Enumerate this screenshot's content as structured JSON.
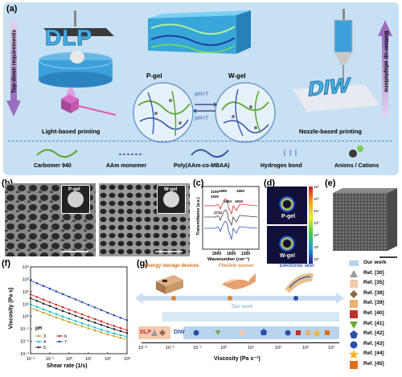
{
  "panel_a": {
    "label": "(a)",
    "dlp_text": "DLP",
    "diw_text": "DIW",
    "left_vertical": "Top-down requirements",
    "right_vertical": "Bottom-up adaptations",
    "pgel": "P-gel",
    "wgel": "W-gel",
    "ph_high": "pH>7",
    "ph_low": "pH<7",
    "light_printing": "Light-based printing",
    "nozzle_printing": "Nozzle-based printing",
    "legend": [
      "Carbomer 940",
      "AAm monomer",
      "Poly(AAm-co-MBAA)",
      "Hydrogen bond",
      "Anions / Cations"
    ],
    "colors": {
      "bg": "#c6dff2",
      "arrow": "#b48fcc",
      "chain_green": "#5aa832",
      "chain_blue": "#2b4fa8",
      "pink": "#e85aa8"
    }
  },
  "panel_b": {
    "label": "(b)",
    "inset1": "P-gel",
    "inset2": "W-gel"
  },
  "panel_c": {
    "label": "(c)",
    "xlabel": "Wavenumber (cm⁻¹)",
    "ylabel": "Transmittance (a.u.)",
    "peaks": [
      "3190",
      "3340",
      "1690",
      "1550",
      "1663",
      "1610",
      "1712"
    ],
    "xticks": [
      "2000",
      "1600",
      "1200"
    ],
    "colors": [
      "#d0302a",
      "#3a3a3a",
      "#2b4fa8"
    ]
  },
  "panel_d": {
    "label": "(d)",
    "top": "P-gel",
    "bottom": "W-gel",
    "cbar_ticks": [
      "10⁶",
      "10⁵",
      "10⁴",
      "10³",
      "10²",
      "10¹",
      "10⁰"
    ]
  },
  "panel_e": {
    "label": "(e)"
  },
  "panel_f": {
    "label": "(f)",
    "chart_data": {
      "type": "line",
      "xlabel": "Shear rate (1/s)",
      "ylabel": "Viscosity (Pa s)",
      "xscale": "log",
      "yscale": "log",
      "xlim": [
        0.01,
        1000
      ],
      "ylim": [
        0.001,
        10000
      ],
      "xticks": [
        "10⁻²",
        "10⁻¹",
        "10⁰",
        "10¹",
        "10²",
        "10³"
      ],
      "yticks": [
        "10⁻³",
        "10⁻²",
        "10⁻¹",
        "10⁰",
        "10¹",
        "10²",
        "10³",
        "10⁴"
      ],
      "legend_title": "pH",
      "x": [
        0.01,
        0.0215,
        0.0464,
        0.1,
        0.215,
        0.464,
        1,
        2.15,
        4.64,
        10,
        21.5,
        46.4,
        100,
        215,
        464,
        1000
      ],
      "series": [
        {
          "name": "3",
          "color": "#c8a12a",
          "values": [
            5,
            3.2,
            2.0,
            1.3,
            0.85,
            0.55,
            0.36,
            0.24,
            0.16,
            0.11,
            0.075,
            0.052,
            0.036,
            0.026,
            0.019,
            0.014
          ]
        },
        {
          "name": "4",
          "color": "#18c1c9",
          "values": [
            9,
            6,
            3.8,
            2.4,
            1.55,
            1.0,
            0.65,
            0.43,
            0.28,
            0.19,
            0.13,
            0.088,
            0.06,
            0.043,
            0.031,
            0.023
          ]
        },
        {
          "name": "5",
          "color": "#2b2b2b",
          "values": [
            30,
            18,
            11,
            7,
            4.4,
            2.8,
            1.8,
            1.15,
            0.74,
            0.48,
            0.32,
            0.21,
            0.14,
            0.095,
            0.066,
            0.047
          ]
        },
        {
          "name": "6",
          "color": "#d0302a",
          "values": [
            60,
            37,
            23,
            14,
            9,
            5.7,
            3.6,
            2.3,
            1.5,
            0.96,
            0.62,
            0.4,
            0.26,
            0.17,
            0.115,
            0.08
          ]
        },
        {
          "name": "7",
          "color": "#2b4fa8",
          "values": [
            800,
            480,
            290,
            175,
            105,
            64,
            39,
            24,
            14.5,
            8.8,
            5.4,
            3.3,
            2.0,
            1.25,
            0.78,
            0.5
          ]
        }
      ]
    }
  },
  "panel_g": {
    "label": "(g)",
    "app1": "Energy storage devices",
    "app2": "Flexible sensor",
    "app3": "Electronic skin",
    "our_work": "Our work",
    "dlp": "DLP",
    "diw": "DIW",
    "xlabel": "Viscosity (Pa s⁻¹)",
    "xticks": [
      "10⁻³",
      "10⁻²",
      "10⁻¹",
      "10⁰",
      "10¹",
      "10²",
      "10³",
      "10⁴"
    ],
    "legend": [
      {
        "label": "Our work",
        "color": "#b9d4ec",
        "shape": "rect"
      },
      {
        "label": "Ref. [30]",
        "color": "#9a9a9a",
        "shape": "tri"
      },
      {
        "label": "Ref. [35]",
        "color": "#f4c9b0",
        "shape": "square"
      },
      {
        "label": "Ref. [38]",
        "color": "#8a6a4a",
        "shape": "diamond"
      },
      {
        "label": "Ref. [39]",
        "color": "#e8b070",
        "shape": "square"
      },
      {
        "label": "Ref. [40]",
        "color": "#c0302a",
        "shape": "square"
      },
      {
        "label": "Ref. [41]",
        "color": "#6aa43a",
        "shape": "tridown"
      },
      {
        "label": "Ref. [42]",
        "color": "#2b4fa8",
        "shape": "pent"
      },
      {
        "label": "Ref. [43]",
        "color": "#2b4fa8",
        "shape": "circle"
      },
      {
        "label": "Ref. [44]",
        "color": "#f0b428",
        "shape": "star"
      },
      {
        "label": "Ref. [45]",
        "color": "#e0701a",
        "shape": "square"
      }
    ]
  }
}
